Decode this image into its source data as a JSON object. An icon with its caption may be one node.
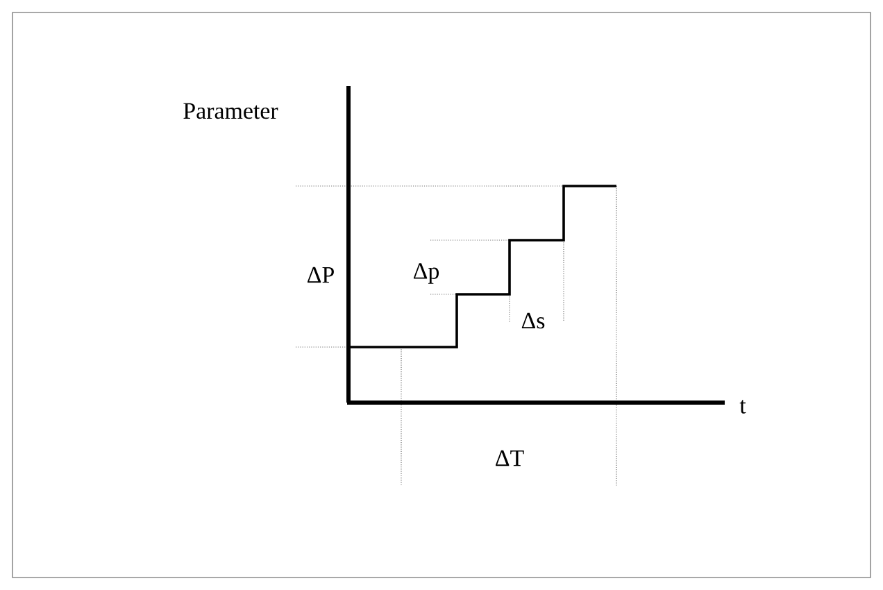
{
  "diagram": {
    "labels": [
      "Parameter",
      "ΔP",
      "Δp",
      "Δs",
      "t",
      "ΔT"
    ]
  }
}
